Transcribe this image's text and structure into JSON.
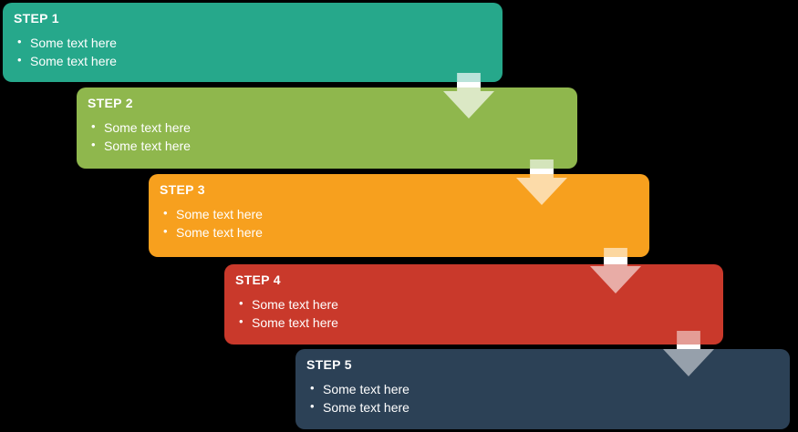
{
  "canvas": {
    "background": "#000000",
    "text_color": "#FFFFFF"
  },
  "steps": [
    {
      "title": "STEP 1",
      "bullets": [
        "Some text here",
        "Some text here"
      ],
      "color": "#26A88B"
    },
    {
      "title": "STEP 2",
      "bullets": [
        "Some text here",
        "Some text here"
      ],
      "color": "#8FB74D"
    },
    {
      "title": "STEP 3",
      "bullets": [
        "Some text here",
        "Some text here"
      ],
      "color": "#F7A01E"
    },
    {
      "title": "STEP 4",
      "bullets": [
        "Some text here",
        "Some text here"
      ],
      "color": "#C9392B"
    },
    {
      "title": "STEP 5",
      "bullets": [
        "Some text here",
        "Some text here"
      ],
      "color": "#2C4156"
    }
  ],
  "arrows": [
    {
      "name": "down-arrow-1",
      "color": "#FFFFFF",
      "opacity": "0.68"
    },
    {
      "name": "down-arrow-2",
      "color": "#FFFFFF",
      "opacity": "0.62"
    },
    {
      "name": "down-arrow-3",
      "color": "#FFFFFF",
      "opacity": "0.58"
    },
    {
      "name": "down-arrow-4",
      "color": "#FFFFFF",
      "opacity": "0.50"
    }
  ]
}
